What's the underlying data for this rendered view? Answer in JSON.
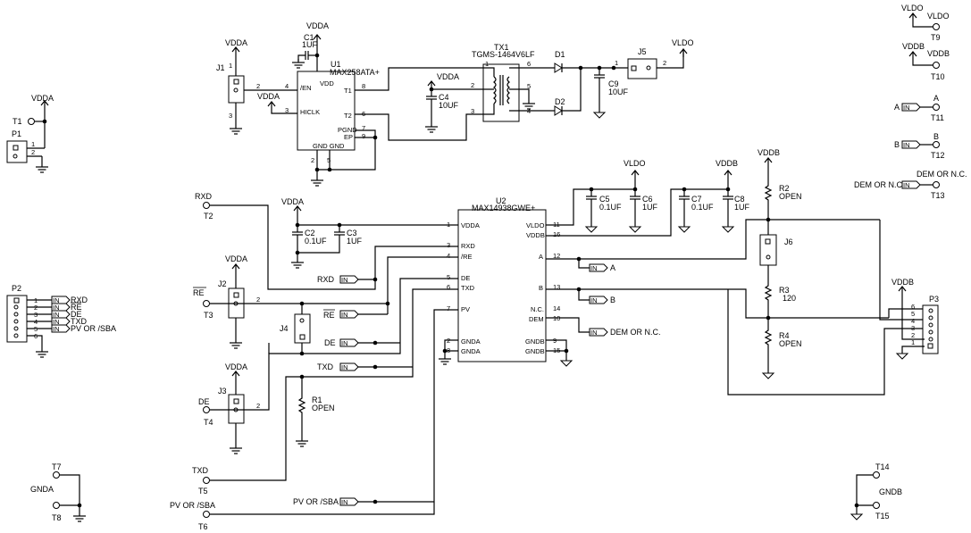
{
  "power": {
    "vdda": "VDDA",
    "vddb": "VDDB",
    "vldo": "VLDO",
    "gnda": "GNDA",
    "gndb": "GNDB"
  },
  "u1": {
    "ref": "U1",
    "part": "MAX258ATA+",
    "pins": {
      "en": "/EN",
      "hiclk": "HICLK",
      "vdd": "VDD",
      "t1": "T1",
      "t2": "T2",
      "pgnd": "PGND",
      "ep": "EP",
      "gnd": "GND GND"
    },
    "pin_numbers": [
      "4",
      "3",
      "8",
      "6",
      "7",
      "9",
      "2",
      "5"
    ]
  },
  "u2": {
    "ref": "U2",
    "part": "MAX14938GWE+",
    "left_pins": [
      {
        "num": "1",
        "name": "VDDA"
      },
      {
        "num": "3",
        "name": "RXD"
      },
      {
        "num": "4",
        "name": "/RE"
      },
      {
        "num": "5",
        "name": "DE"
      },
      {
        "num": "6",
        "name": "TXD"
      },
      {
        "num": "7",
        "name": "PV"
      },
      {
        "num": "2",
        "name": "GNDA"
      },
      {
        "num": "8",
        "name": "GNDA"
      }
    ],
    "right_pins": [
      {
        "num": "11",
        "name": "VLDO"
      },
      {
        "num": "16",
        "name": "VDDB"
      },
      {
        "num": "12",
        "name": "A"
      },
      {
        "num": "13",
        "name": "B"
      },
      {
        "num": "14",
        "name": "N.C."
      },
      {
        "num": "10",
        "name": "DEM"
      },
      {
        "num": "9",
        "name": "GNDB"
      },
      {
        "num": "15",
        "name": "GNDB"
      }
    ]
  },
  "tx1": {
    "ref": "TX1",
    "part": "TGMS-1464V6LF",
    "pins": [
      "1",
      "2",
      "3",
      "6",
      "5",
      "4"
    ]
  },
  "diodes": {
    "d1": "D1",
    "d2": "D2"
  },
  "caps": {
    "c1": {
      "ref": "C1",
      "val": "1UF"
    },
    "c2": {
      "ref": "C2",
      "val": "0.1UF"
    },
    "c3": {
      "ref": "C3",
      "val": "1UF"
    },
    "c4": {
      "ref": "C4",
      "val": "10UF"
    },
    "c5": {
      "ref": "C5",
      "val": "0.1UF"
    },
    "c6": {
      "ref": "C6",
      "val": "1UF"
    },
    "c7": {
      "ref": "C7",
      "val": "0.1UF"
    },
    "c8": {
      "ref": "C8",
      "val": "1UF"
    },
    "c9": {
      "ref": "C9",
      "val": "10UF"
    }
  },
  "resistors": {
    "r1": {
      "ref": "R1",
      "val": "OPEN"
    },
    "r2": {
      "ref": "R2",
      "val": "OPEN"
    },
    "r3": {
      "ref": "R3",
      "val": "120"
    },
    "r4": {
      "ref": "R4",
      "val": "OPEN"
    }
  },
  "jumpers": {
    "j1": "J1",
    "j2": "J2",
    "j3": "J3",
    "j4": "J4",
    "j5": "J5",
    "j6": "J6"
  },
  "headers": {
    "p1": {
      "ref": "P1",
      "pins": [
        "1",
        "2"
      ]
    },
    "p2": {
      "ref": "P2",
      "pins": [
        "1",
        "2",
        "3",
        "4",
        "5",
        "6"
      ],
      "signals": [
        "RXD",
        "RE",
        "DE",
        "TXD",
        "PV OR /SBA",
        ""
      ]
    },
    "p3": {
      "ref": "P3",
      "pins": [
        "6",
        "5",
        "4",
        "3",
        "2",
        "1"
      ]
    }
  },
  "testpoints": {
    "t1": "T1",
    "t2": "T2",
    "t3": "T3",
    "t4": "T4",
    "t5": "T5",
    "t6": "T6",
    "t7": "T7",
    "t8": "T8",
    "t9": "T9",
    "t10": "T10",
    "t11": "T11",
    "t12": "T12",
    "t13": "T13",
    "t14": "T14",
    "t15": "T15"
  },
  "nets": {
    "rxd": "RXD",
    "re": "RE",
    "de": "DE",
    "txd": "TXD",
    "pv": "PV OR /SBA",
    "a": "A",
    "b": "B",
    "dem": "DEM OR N.C."
  },
  "in_tag": "IN",
  "pin_labels": {
    "one": "1",
    "two": "2",
    "three": "3"
  }
}
